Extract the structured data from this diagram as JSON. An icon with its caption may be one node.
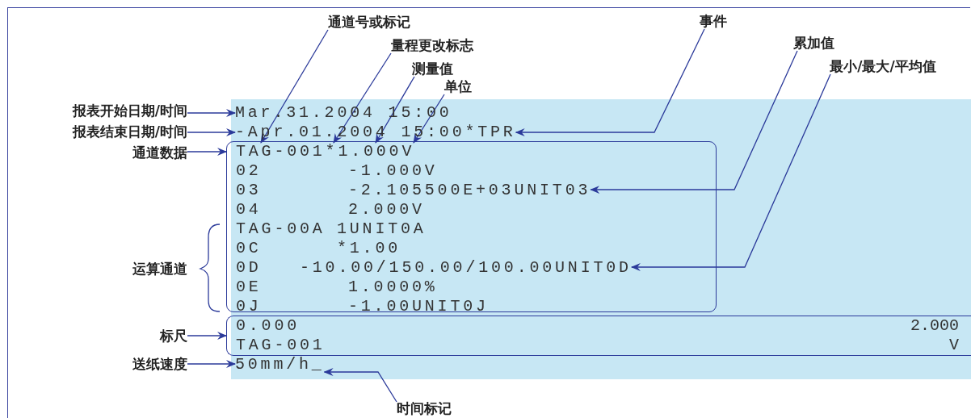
{
  "diagram": {
    "nodes": [
      {
        "text": [],
        "shape": "box"
      },
      {
        "text": [
          "Mar.31.2004 15:00"
        ],
        "in": 0
      },
      {
        "text": [
          "-Apr.01.2004 15:00*TPR"
        ],
        "in": 0
      },
      {
        "text": [],
        "shape": "box",
        "in": 0
      },
      {
        "text": [
          "TAG-001*1.000V"
        ],
        "in": 3
      },
      {
        "text": [
          "02",
          "-1.000V"
        ],
        "in": 3
      },
      {
        "text": [
          "03",
          "-2.105500E+03UNIT03"
        ],
        "in": 3
      },
      {
        "text": [
          "04",
          "2.000V"
        ],
        "in": 3
      },
      {
        "text": [
          "TAG-00A",
          "1UNIT0A"
        ],
        "in": 3
      },
      {
        "text": [
          "0C",
          "*1.00"
        ],
        "in": 3
      },
      {
        "text": [
          "0D",
          "-10.00/150.00/100.00UNIT0D"
        ],
        "in": 3
      },
      {
        "text": [
          "0E",
          "1.0000%"
        ],
        "in": 3
      },
      {
        "text": [
          "0J",
          "-1.00UNIT0J"
        ],
        "in": 3
      },
      {
        "text": [],
        "shape": "box",
        "in": 0
      },
      {
        "text": [
          "0.000",
          "2.000"
        ],
        "in": 13
      },
      {
        "text": [
          "TAG-001",
          "V"
        ],
        "in": 13
      },
      {
        "text": [
          "50mm/h_"
        ],
        "in": 0
      },
      {
        "text": [
          "通道号或标记"
        ]
      },
      {
        "text": [
          "量程更改标志"
        ]
      },
      {
        "text": [
          "测量值"
        ]
      },
      {
        "text": [
          "单位"
        ]
      },
      {
        "text": [
          "事件"
        ]
      },
      {
        "text": [
          "累加值"
        ]
      },
      {
        "text": [
          "最小/最大/平均值"
        ]
      },
      {
        "text": [
          "报表开始日期/时间"
        ]
      },
      {
        "text": [
          "报表结束日期/时间"
        ]
      },
      {
        "text": [
          "通道数据"
        ]
      },
      {
        "text": [
          "标尺"
        ]
      },
      {
        "text": [
          "送纸速度"
        ]
      },
      {
        "text": [
          "时间标记"
        ]
      }
    ],
    "edges": [
      {
        "from": 17,
        "to": 4,
        "arrow": "to"
      },
      {
        "from": 18,
        "to": 4,
        "arrow": "to"
      },
      {
        "from": 19,
        "to": 4,
        "arrow": "to"
      },
      {
        "from": 20,
        "to": 4,
        "arrow": "to"
      },
      {
        "from": 21,
        "to": 2,
        "arrow": "to"
      },
      {
        "from": 22,
        "to": 6,
        "arrow": "to"
      },
      {
        "from": 23,
        "to": 10,
        "arrow": "to"
      },
      {
        "from": 24,
        "to": 1,
        "arrow": "to"
      },
      {
        "from": 25,
        "to": 2,
        "arrow": "to"
      },
      {
        "from": 26,
        "to": 3,
        "arrow": "to"
      },
      {
        "from": 27,
        "to": 13,
        "arrow": "to"
      },
      {
        "from": 28,
        "to": 16,
        "arrow": "to"
      },
      {
        "from": 29,
        "to": 16,
        "arrow": "to"
      }
    ],
    "labels": [
      "运算通道"
    ]
  }
}
